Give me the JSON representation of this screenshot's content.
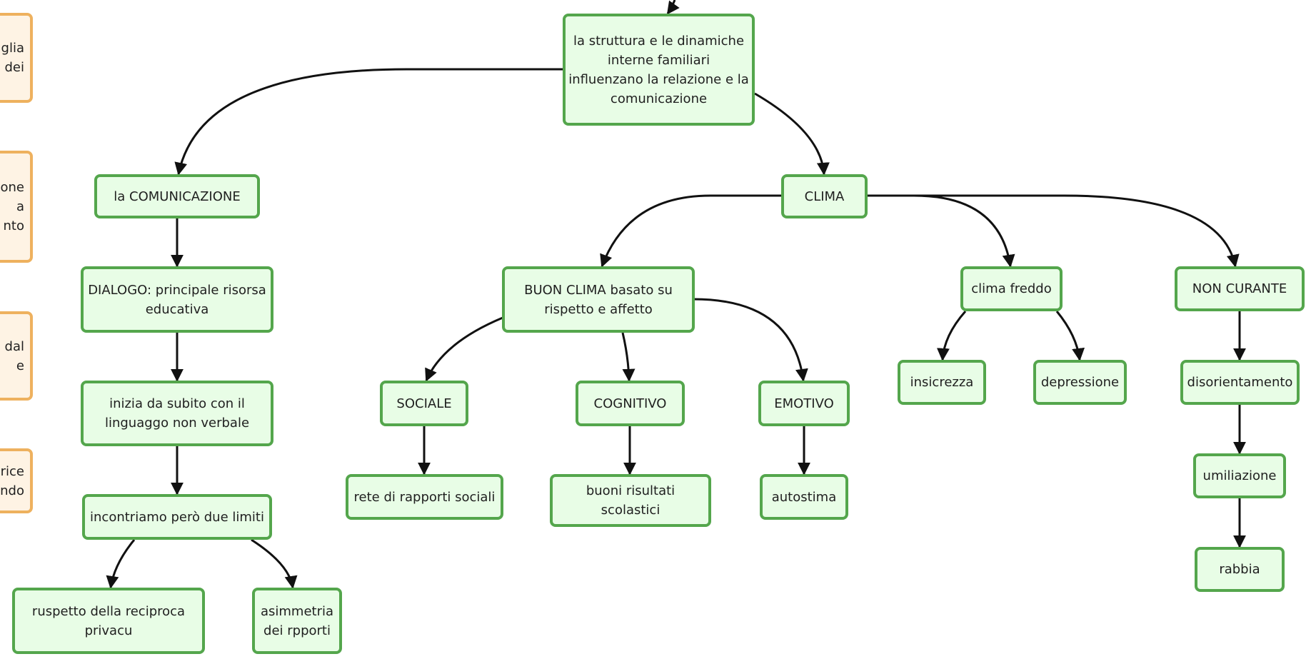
{
  "nodes": {
    "root": "la struttura e le dinamiche interne familiari influenzano la relazione e la comunicazione",
    "comunicazione": "la COMUNICAZIONE",
    "clima": "CLIMA",
    "dialogo": "DIALOGO: principale risorsa educativa",
    "inizia": "inizia da subito con il linguaggo non verbale",
    "limiti": "incontriamo però due limiti",
    "privacy": "ruspetto della reciproca privacu",
    "asimmetria": "asimmetria dei rpporti",
    "buon_clima": "BUON CLIMA basato su rispetto e affetto",
    "sociale": "SOCIALE",
    "cognitivo": "COGNITIVO",
    "emotivo": "EMOTIVO",
    "rete": "rete di rapporti sociali",
    "risultati": "buoni risultati scolastici",
    "autostima": "autostima",
    "clima_freddo": "clima freddo",
    "insicurezza": "insicrezza",
    "depressione": "depressione",
    "non_curante": "NON CURANTE",
    "disorientamento": "disorientamento",
    "umiliazione": "umiliazione",
    "rabbia": "rabbia"
  },
  "left_fragments": {
    "frag1": "glia\no dei",
    "frag2": "one\na\nnto",
    "frag3": "dal\ne",
    "frag4": "rice\nndo"
  },
  "colors": {
    "node_fill": "#e8fde6",
    "node_border": "#54a64c",
    "side_fill": "#fef3e4",
    "side_border": "#eeb15e",
    "edge": "#111111"
  }
}
